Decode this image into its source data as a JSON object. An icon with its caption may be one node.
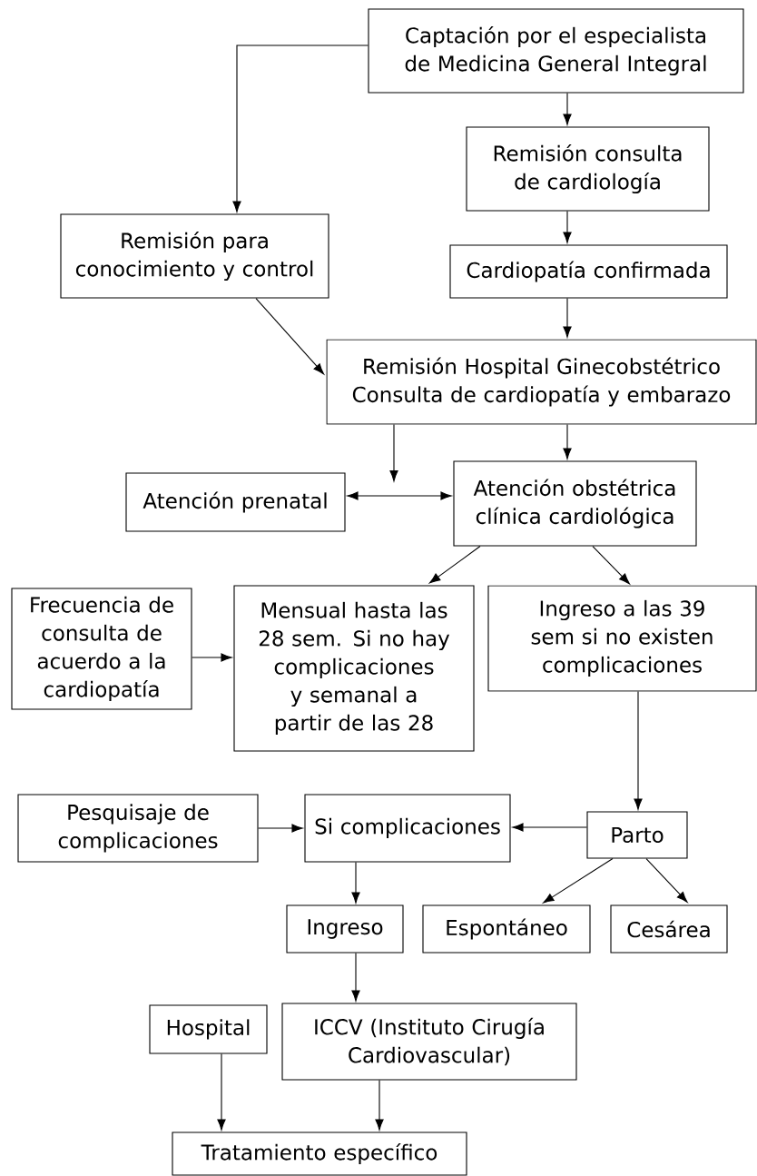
{
  "diagram": {
    "nodes": [
      {
        "text": [
          "Captación por el especialista de Medicina General Integral"
        ]
      },
      {
        "text": [
          "Remisión consulta de cardiología"
        ]
      },
      {
        "text": [
          "Remisión para conocimiento y control"
        ]
      },
      {
        "text": [
          "Cardiopatía confirmada"
        ]
      },
      {
        "text": [
          "Remisión Hospital Ginecobstétrico Consulta de cardiopatía y embarazo"
        ]
      },
      {
        "text": [
          "Atención prenatal"
        ]
      },
      {
        "text": [
          "Atención obstétrica clínica cardiológica"
        ]
      },
      {
        "text": [
          "Frecuencia de consulta de acuerdo a la cardiopatía"
        ]
      },
      {
        "text": [
          "Mensual hasta las 28 sem. Si no hay complicaciones y semanal a partir de las 28"
        ]
      },
      {
        "text": [
          "Ingreso a las 39 sem si no existen complicaciones"
        ]
      },
      {
        "text": [
          "Pesquisaje de complicaciones"
        ]
      },
      {
        "text": [
          "Si complicaciones"
        ]
      },
      {
        "text": [
          "Parto"
        ]
      },
      {
        "text": [
          "Ingreso"
        ]
      },
      {
        "text": [
          "Espontáneo"
        ]
      },
      {
        "text": [
          "Cesárea"
        ]
      },
      {
        "text": [
          "Hospital"
        ]
      },
      {
        "text": [
          "ICCV (Instituto Cirugía Cardiovascular)"
        ]
      },
      {
        "text": [
          "Tratamiento específico"
        ]
      }
    ],
    "edges": [
      {
        "from": 0,
        "to": 2,
        "arrow": "to"
      },
      {
        "from": 0,
        "to": 1,
        "arrow": "to"
      },
      {
        "from": 1,
        "to": 3,
        "arrow": "to"
      },
      {
        "from": 2,
        "to": 4,
        "arrow": "to"
      },
      {
        "from": 3,
        "to": 4,
        "arrow": "to"
      },
      {
        "from": 4,
        "to": null,
        "arrow": "to"
      },
      {
        "from": 4,
        "to": 6,
        "arrow": "to"
      },
      {
        "from": 5,
        "to": 6,
        "arrow": "both"
      },
      {
        "from": 6,
        "to": 8,
        "arrow": "to"
      },
      {
        "from": 6,
        "to": 9,
        "arrow": "to"
      },
      {
        "from": 7,
        "to": 8,
        "arrow": "to"
      },
      {
        "from": 9,
        "to": 12,
        "arrow": "to"
      },
      {
        "from": 12,
        "to": 11,
        "arrow": "to"
      },
      {
        "from": 10,
        "to": 11,
        "arrow": "to"
      },
      {
        "from": 11,
        "to": 13,
        "arrow": "to"
      },
      {
        "from": 12,
        "to": 14,
        "arrow": "to"
      },
      {
        "from": 12,
        "to": 15,
        "arrow": "to"
      },
      {
        "from": 13,
        "to": 17,
        "arrow": "to"
      },
      {
        "from": 16,
        "to": 18,
        "arrow": "to"
      },
      {
        "from": 17,
        "to": 18,
        "arrow": "to"
      }
    ]
  }
}
